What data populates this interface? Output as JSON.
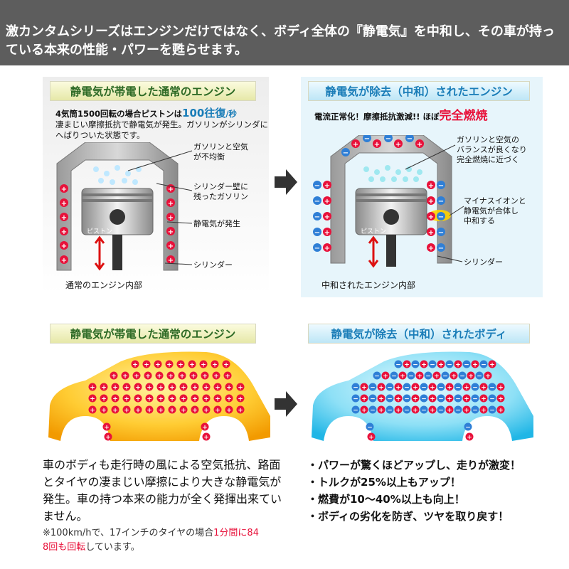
{
  "banner": {
    "text": "激カンタムシリーズはエンジンだけではなく、ボディ全体の『静電気』を中和し、その車が持っている本来の性能・パワーを甦らせます。"
  },
  "engine_left": {
    "title": "静電気が帯電した通常のエンジン",
    "desc_1": "4気筒1500回転の場合ピストンは",
    "desc_highlight": "100往復",
    "desc_unit": "/秒",
    "desc_2": "凄まじい摩擦抵抗で静電気が発生。ガソリンがシリンダに",
    "desc_3": "へばりついた状態です。",
    "callouts": [
      "ガソリンと空気",
      "が不均衡",
      "シリンダー壁に",
      "残ったガソリン",
      "静電気が発生",
      "シリンダー"
    ],
    "piston_label": "ピストン",
    "caption": "通常のエンジン内部"
  },
  "engine_right": {
    "title": "静電気が除去（中和）されたエンジン",
    "subtitle": "電流正常化！摩擦抵抗激減!!  ほぼ",
    "subtitle_highlight": "完全燃焼",
    "callouts": [
      "ガソリンと空気の",
      "バランスが良くなり",
      "完全燃焼に近づく",
      "マイナスイオンと",
      "静電気が合体し",
      "中和する",
      "シリンダー"
    ],
    "piston_label": "ピストン",
    "caption": "中和されたエンジン内部"
  },
  "body_left": {
    "title": "静電気が帯電した通常のエンジン"
  },
  "body_right": {
    "title": "静電気が除去（中和）されたボディ"
  },
  "explanation": {
    "line1": "車のボディも走行時の風による空気抵抗、路面",
    "line2": "とタイヤの凄まじい摩擦により大きな静電気が",
    "line3": "発生。車の持つ本来の能力が全く発揮出来てい",
    "line4": "ません。",
    "note_a": "※100km/hで、17インチのタイヤの場合",
    "note_red_1": "1分間に84",
    "note_red_2": "8回も回転",
    "note_b": "しています。"
  },
  "benefits": [
    "・パワーが驚くほどアップし、走りが激変！",
    "・トルクが25%以上もアップ！",
    "・燃費が10〜40%以上も向上！",
    "・ボディの劣化を防ぎ、ツヤを取り戻す！"
  ],
  "colors": {
    "banner_bg": "#5d5d5d",
    "positive_red": "#e8113a",
    "negative_blue": "#2f7fd6",
    "left_car": "#f5a400",
    "right_car": "#20b6e6"
  },
  "icons": [
    "arrow-right-icon",
    "plus-charge-icon",
    "minus-charge-icon",
    "piston-icon"
  ]
}
